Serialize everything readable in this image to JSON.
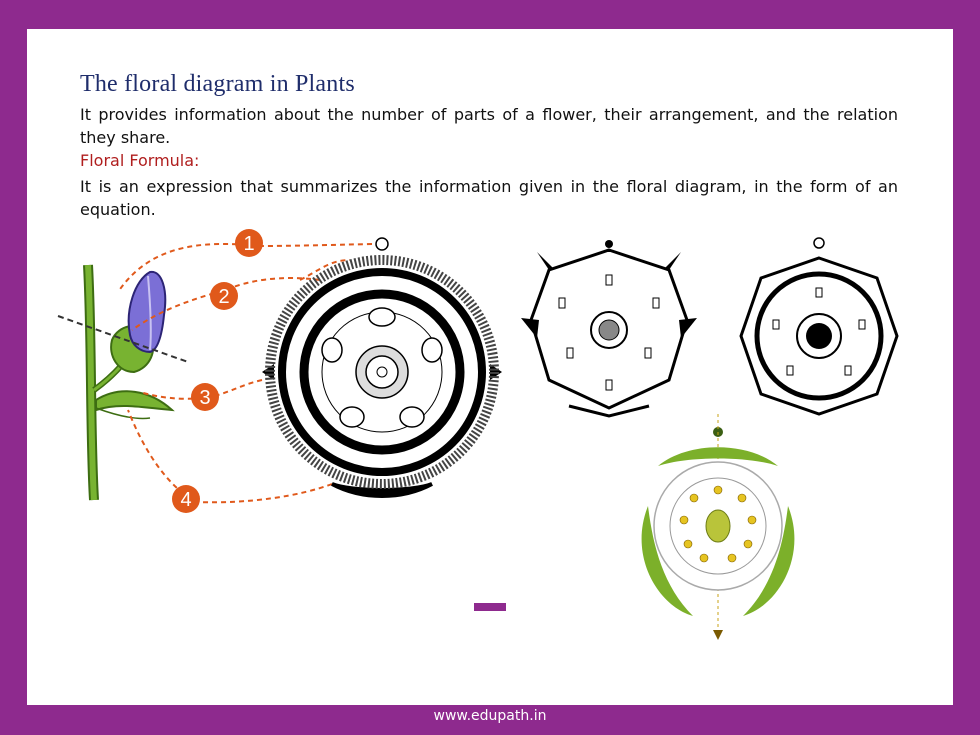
{
  "slide": {
    "title": "The floral diagram in Plants",
    "intro": "It provides information about the number of parts of a flower, their arrangement, and the relation they share.",
    "formula_heading": "Floral Formula:",
    "formula_text": "It is an expression that summarizes the information given in the floral diagram, in the form of an equation."
  },
  "labels": [
    "1",
    "2",
    "3",
    "4"
  ],
  "footer": {
    "url": "www.edupath.in"
  },
  "colors": {
    "border": "#8e2a8e",
    "title": "#1f2d6b",
    "heading": "#b01e1e",
    "callout": "#e0591b",
    "stem": "#6aa32a",
    "petal": "#7b6fd6"
  }
}
